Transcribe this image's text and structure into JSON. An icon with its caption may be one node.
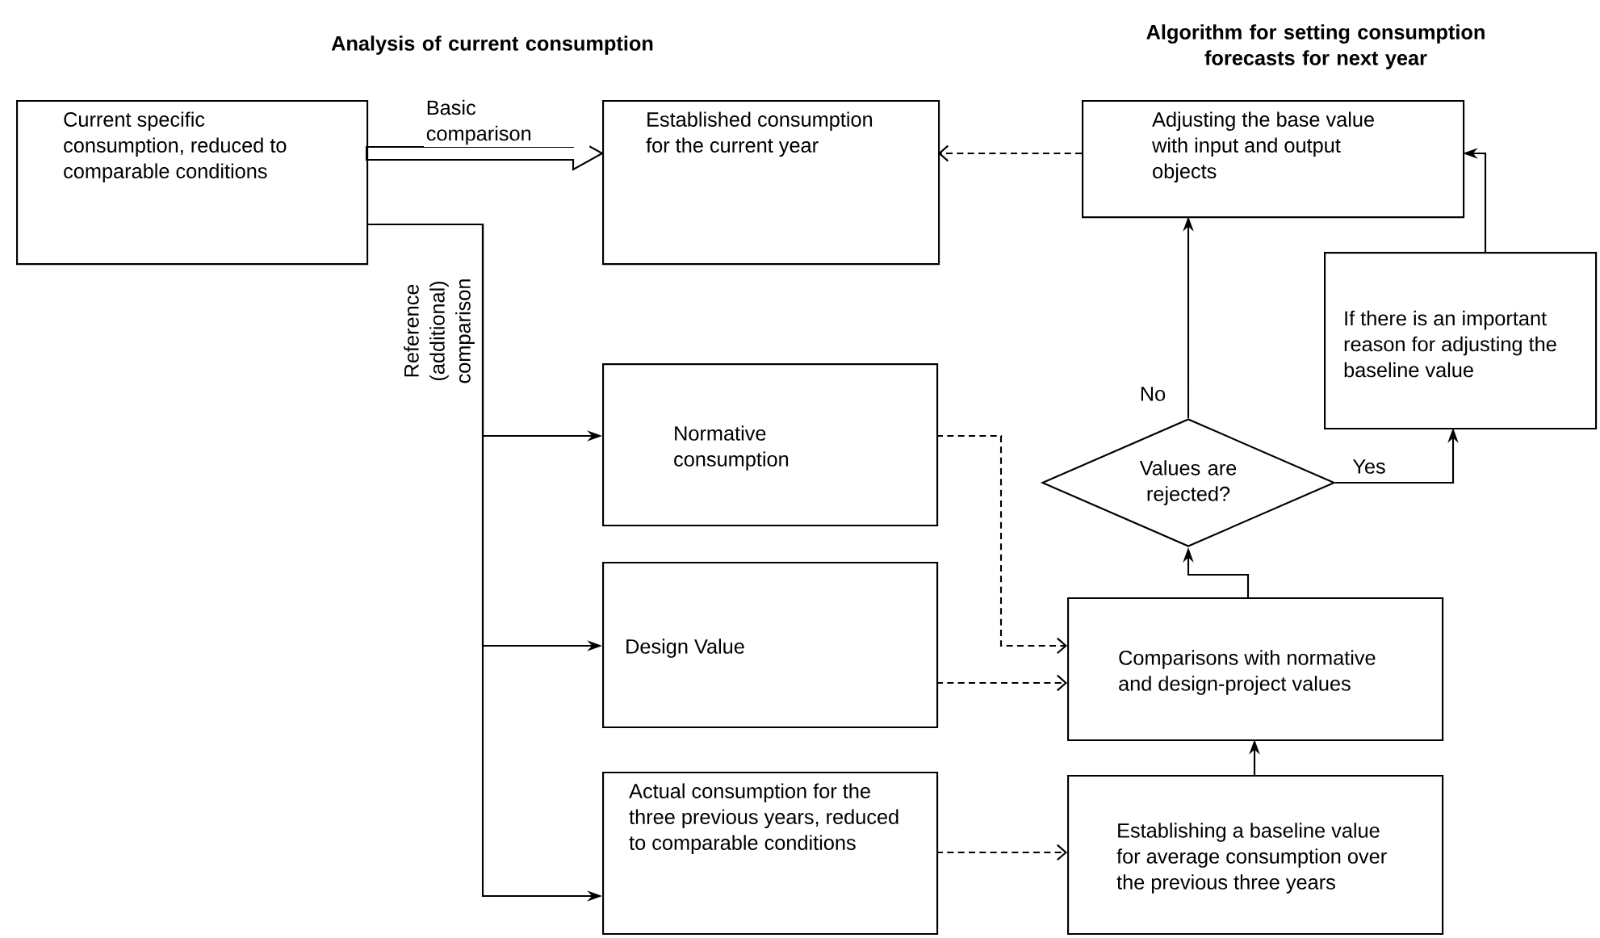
{
  "diagram": {
    "nodes": [
      {
        "text": [
          "Current specific consumption, reduced to comparable conditions"
        ]
      },
      {
        "text": [
          "Established consumption for the current year"
        ]
      },
      {
        "text": [
          "Normative consumption"
        ]
      },
      {
        "text": [
          "Design Value"
        ]
      },
      {
        "text": [
          "Actual consumption for the three previous years, reduced to comparable conditions"
        ]
      },
      {
        "text": [
          "Adjusting the base value with input and output objects"
        ]
      },
      {
        "text": [
          "If there is an important reason for adjusting the baseline value"
        ]
      },
      {
        "text": [
          "Values are rejected?"
        ]
      },
      {
        "text": [
          "Comparisons with normative and design-project values"
        ]
      },
      {
        "text": [
          "Establishing a baseline value for average consumption over the previous three years"
        ]
      }
    ],
    "edges": [
      {
        "from": 0,
        "to": 1,
        "arrow": "to",
        "label": "Basic comparison",
        "style": "thick"
      },
      {
        "from": 0,
        "to": 2,
        "arrow": "to",
        "label": "Reference (additional) comparison"
      },
      {
        "from": 0,
        "to": 3,
        "arrow": "to"
      },
      {
        "from": 0,
        "to": 4,
        "arrow": "to"
      },
      {
        "from": 2,
        "to": 8,
        "arrow": "to",
        "style": "dashed"
      },
      {
        "from": 3,
        "to": 8,
        "arrow": "to",
        "style": "dashed"
      },
      {
        "from": 4,
        "to": 9,
        "arrow": "to",
        "style": "dashed"
      },
      {
        "from": 9,
        "to": 8,
        "arrow": "to"
      },
      {
        "from": 8,
        "to": 7,
        "arrow": "to"
      },
      {
        "from": 7,
        "to": 5,
        "arrow": "to",
        "label": "No"
      },
      {
        "from": 7,
        "to": 6,
        "arrow": "to",
        "label": "Yes"
      },
      {
        "from": 6,
        "to": 5,
        "arrow": "to"
      },
      {
        "from": 5,
        "to": 1,
        "arrow": "to",
        "style": "dashed"
      }
    ],
    "labels": [
      "Analysis of current consumption",
      "Algorithm for setting consumption forecasts for next year"
    ]
  }
}
